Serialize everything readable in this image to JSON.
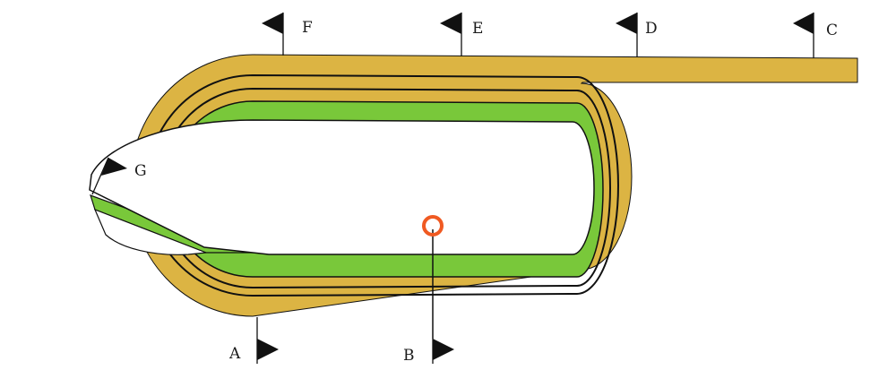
{
  "colors": {
    "dirt_track": "#dcb443",
    "turf_track": "#79c83a",
    "outline": "#111111",
    "infield": "#ffffff",
    "finish_marker": "#f05a22",
    "flag": "#111111"
  },
  "flags": [
    {
      "id": "A",
      "label": "A"
    },
    {
      "id": "B",
      "label": "B"
    },
    {
      "id": "C",
      "label": "C"
    },
    {
      "id": "D",
      "label": "D"
    },
    {
      "id": "E",
      "label": "E"
    },
    {
      "id": "F",
      "label": "F"
    },
    {
      "id": "G",
      "label": "G"
    }
  ]
}
